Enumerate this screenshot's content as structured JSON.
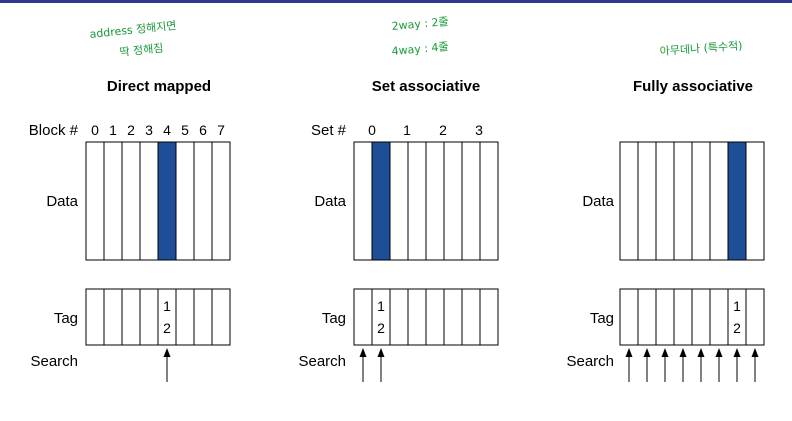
{
  "colors": {
    "highlight": "#1f4e99",
    "annotation": "#1a9a3a",
    "stroke": "#000000",
    "topbar": "#2b3a8f"
  },
  "annotations": {
    "left_line1": "address 정해지면",
    "left_line2": "딱 정해짐",
    "middle_line1": "2way : 2줄",
    "middle_line2": "4way : 4줄",
    "right_line1": "아무데나 (특수적)"
  },
  "labels": {
    "data": "Data",
    "tag": "Tag",
    "search": "Search"
  },
  "tag_values": [
    "1",
    "2"
  ],
  "panels": [
    {
      "id": "direct",
      "title": "Direct mapped",
      "index_label": "Block #",
      "index_numbers": [
        "0",
        "1",
        "2",
        "3",
        "4",
        "5",
        "6",
        "7"
      ],
      "highlight_column": 4,
      "tag_column": 4,
      "search_columns": [
        4
      ]
    },
    {
      "id": "set",
      "title": "Set associative",
      "index_label": "Set #",
      "index_numbers": [
        "0",
        "1",
        "2",
        "3"
      ],
      "highlight_column": 1,
      "tag_column": 1,
      "search_columns": [
        0,
        1
      ]
    },
    {
      "id": "fully",
      "title": "Fully associative",
      "index_label": "",
      "index_numbers": [],
      "highlight_column": 6,
      "tag_column": 6,
      "search_columns": [
        0,
        1,
        2,
        3,
        4,
        5,
        6,
        7
      ]
    }
  ]
}
